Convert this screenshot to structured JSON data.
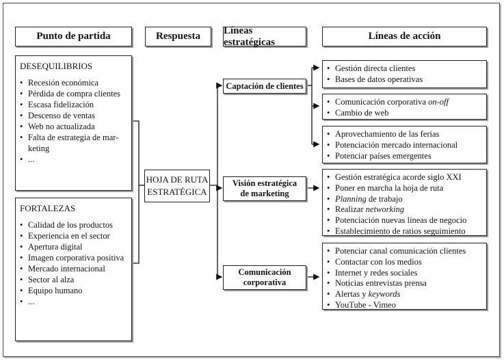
{
  "headers": {
    "punto_de_partida": "Punto de partida",
    "respuesta": "Respuesta",
    "lineas_estrategicas": "Líneas estratégicas",
    "lineas_de_accion": "Líneas de acción"
  },
  "desequilibrios": {
    "title": "DESEQUILIBRIOS",
    "items": [
      "Recesión económica",
      "Pérdida de compra clientes",
      "Escasa fidelización",
      "Descenso de ventas",
      "Web no actualizada",
      "Falta de estrategia de mar-",
      "keting",
      "..."
    ]
  },
  "fortalezas": {
    "title": "FORTALEZAS",
    "items": [
      "Calidad de los productos",
      "Experiencia en el sector",
      "Apertura digital",
      "Imagen corporativa positiva",
      "Mercado internacional",
      "Sector al alza",
      "Equipo humano",
      "..."
    ]
  },
  "respuesta": {
    "line1": "HOJA DE RUTA",
    "line2": "ESTRATÉGICA"
  },
  "estrategias": {
    "captacion": "Captación de clientes",
    "vision_l1": "Visión estratégica",
    "vision_l2": "de marketing",
    "comunicacion_l1": "Comunicación",
    "comunicacion_l2": "corporativa"
  },
  "acciones": {
    "a1": [
      "Gestión directa clientes",
      "Bases de datos operativas"
    ],
    "a2": {
      "line1_prefix": "Comunicación corporativa ",
      "line1_italic": "on-off",
      "line2": "Cambio de web"
    },
    "a3": [
      "Aprovechamiento de las ferias",
      "Potenciación mercado internacional",
      "Potenciar países emergentes"
    ],
    "a4": {
      "l1": "Gestión estratégica acorde siglo XXI",
      "l2": "Poner en marcha la hoja de ruta",
      "l3_italic": "Planning",
      "l3_rest": " de trabajo",
      "l4_prefix": "Realizar ",
      "l4_italic": "networking",
      "l5": "Potenciación nuevas líneas de negocio",
      "l6": "Establecimiento de ratios seguimiento"
    },
    "a5": {
      "l1": "Potenciar canal comunicación clientes",
      "l2": "Contactar con los medios",
      "l3": "Internet y redes sociales",
      "l4": "Noticias entrevistas prensa",
      "l5_prefix": "Alertas y ",
      "l5_italic": "keywords",
      "l6": "YouTube - Vimeo"
    }
  }
}
